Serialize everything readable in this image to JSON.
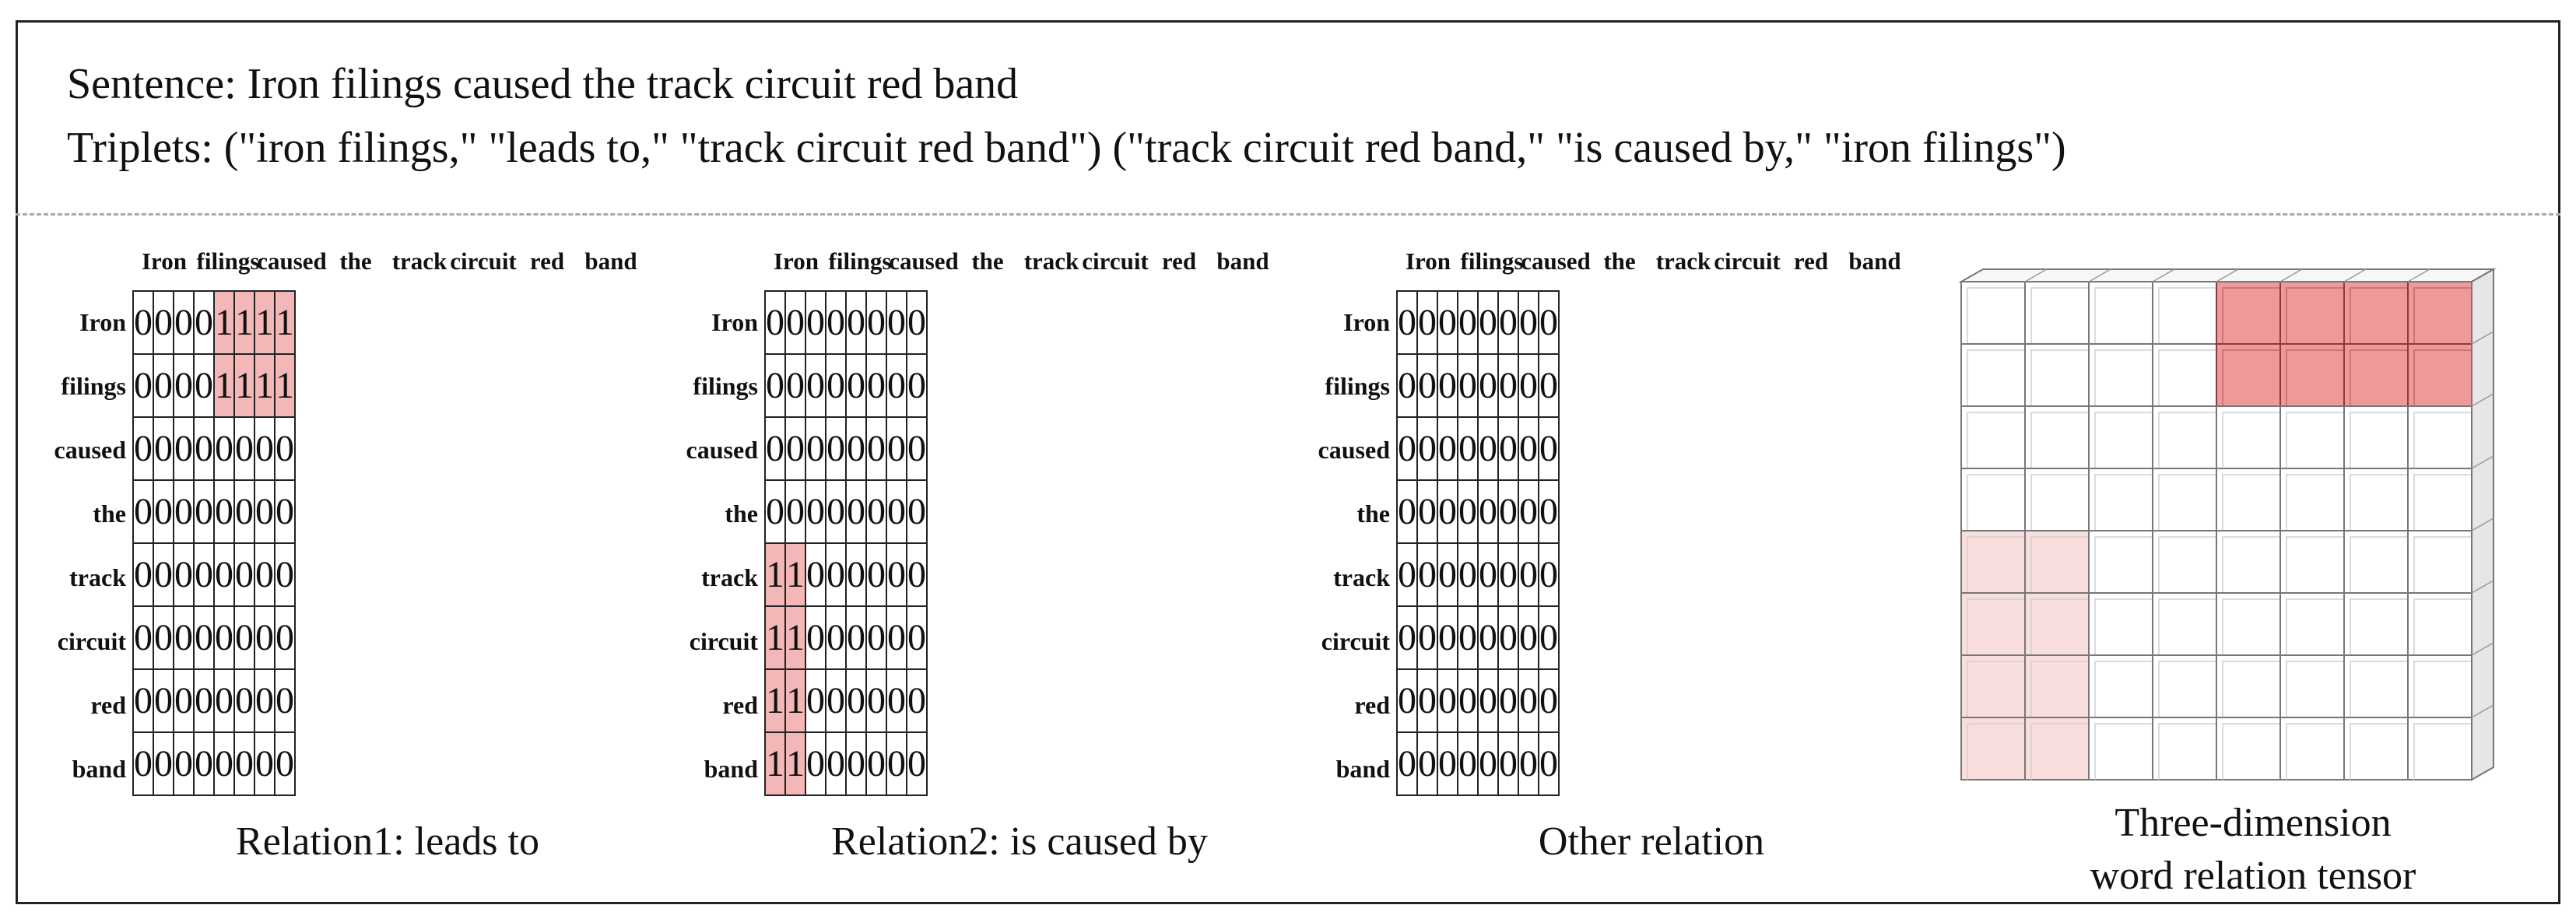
{
  "header": {
    "sentence_line": "Sentence:  Iron filings caused the track circuit red band",
    "triplets_line": "Triplets: (\"iron filings,\" \"leads to,\" \"track circuit red band\")  (\"track circuit red band,\" \"is caused by,\" \"iron filings\")"
  },
  "words": [
    "Iron",
    "filings",
    "caused",
    "the",
    "track",
    "circuit",
    "red",
    "band"
  ],
  "matrices": [
    {
      "caption": "Relation1: leads to",
      "rows": [
        [
          0,
          0,
          0,
          0,
          1,
          1,
          1,
          1
        ],
        [
          0,
          0,
          0,
          0,
          1,
          1,
          1,
          1
        ],
        [
          0,
          0,
          0,
          0,
          0,
          0,
          0,
          0
        ],
        [
          0,
          0,
          0,
          0,
          0,
          0,
          0,
          0
        ],
        [
          0,
          0,
          0,
          0,
          0,
          0,
          0,
          0
        ],
        [
          0,
          0,
          0,
          0,
          0,
          0,
          0,
          0
        ],
        [
          0,
          0,
          0,
          0,
          0,
          0,
          0,
          0
        ],
        [
          0,
          0,
          0,
          0,
          0,
          0,
          0,
          0
        ]
      ]
    },
    {
      "caption": "Relation2: is caused by",
      "rows": [
        [
          0,
          0,
          0,
          0,
          0,
          0,
          0,
          0
        ],
        [
          0,
          0,
          0,
          0,
          0,
          0,
          0,
          0
        ],
        [
          0,
          0,
          0,
          0,
          0,
          0,
          0,
          0
        ],
        [
          0,
          0,
          0,
          0,
          0,
          0,
          0,
          0
        ],
        [
          1,
          1,
          0,
          0,
          0,
          0,
          0,
          0
        ],
        [
          1,
          1,
          0,
          0,
          0,
          0,
          0,
          0
        ],
        [
          1,
          1,
          0,
          0,
          0,
          0,
          0,
          0
        ],
        [
          1,
          1,
          0,
          0,
          0,
          0,
          0,
          0
        ]
      ]
    },
    {
      "caption": "Other relation",
      "rows": [
        [
          0,
          0,
          0,
          0,
          0,
          0,
          0,
          0
        ],
        [
          0,
          0,
          0,
          0,
          0,
          0,
          0,
          0
        ],
        [
          0,
          0,
          0,
          0,
          0,
          0,
          0,
          0
        ],
        [
          0,
          0,
          0,
          0,
          0,
          0,
          0,
          0
        ],
        [
          0,
          0,
          0,
          0,
          0,
          0,
          0,
          0
        ],
        [
          0,
          0,
          0,
          0,
          0,
          0,
          0,
          0
        ],
        [
          0,
          0,
          0,
          0,
          0,
          0,
          0,
          0
        ],
        [
          0,
          0,
          0,
          0,
          0,
          0,
          0,
          0
        ]
      ]
    }
  ],
  "tensor": {
    "caption_line1": "Three-dimension",
    "caption_line2": "word relation tensor",
    "front_fill": "#ee9a9a",
    "back_fill": "#f9dede"
  },
  "colors": {
    "highlight": "#f3b7b7",
    "border": "#222222",
    "divider": "#a9a9a9"
  }
}
